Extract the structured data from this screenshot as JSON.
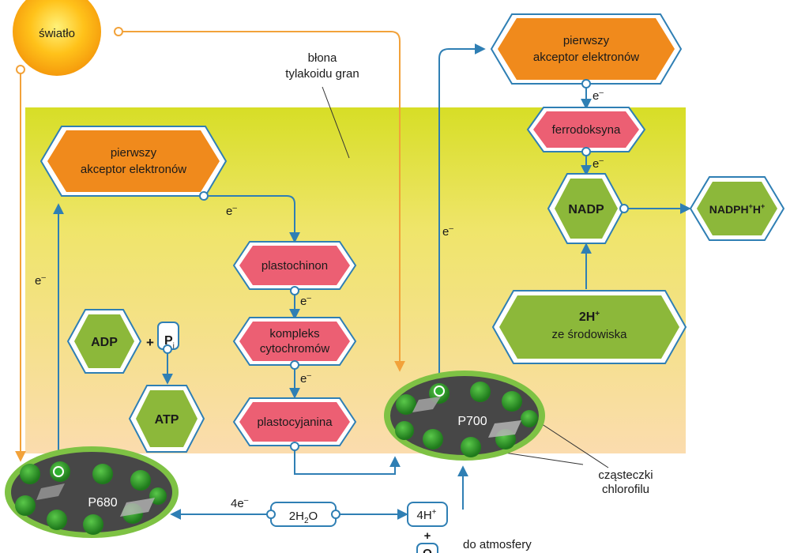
{
  "light": "światło",
  "membrane": [
    "błona",
    "tylakoidu gran"
  ],
  "electron": "e",
  "electron_sup": "–",
  "acceptor_left": [
    "pierwszy",
    "akceptor elektronów"
  ],
  "acceptor_right": [
    "pierwszy",
    "akceptor elektronów"
  ],
  "plastochinon": "plastochinon",
  "cytochrome": [
    "kompleks",
    "cytochromów"
  ],
  "plastocyanin": "plastocyjanina",
  "ferredoxin": "ferrodoksyna",
  "adp": "ADP",
  "plus": "+",
  "pi_main": "P",
  "pi_sub": "i",
  "atp": "ATP",
  "nadp": "NADP",
  "nadph": {
    "a": "NADPH",
    "sup1": "+",
    "b": "H",
    "sup2": "+"
  },
  "protons_env": {
    "a": "2H",
    "sup": "+",
    "line2": "ze środowiska"
  },
  "p680": "P680",
  "p700": "P700",
  "four_e": "4e",
  "water": {
    "a": "2H",
    "sub": "2",
    "b": "O"
  },
  "four_h": {
    "a": "4H",
    "sup": "+"
  },
  "oxygen": "O",
  "atmosphere": "do atmosfery",
  "chlorophyll": [
    "cząsteczki",
    "chlorofilu"
  ],
  "colors": {
    "orange_box": "#f08a1c",
    "pink_box": "#ec5f73",
    "green_box": "#8cb83a",
    "arrow_blue": "#2f7fb4",
    "light_arrow": "#f2a23a",
    "band_top": "#d8df2a",
    "band_bottom": "#f8dca6"
  }
}
